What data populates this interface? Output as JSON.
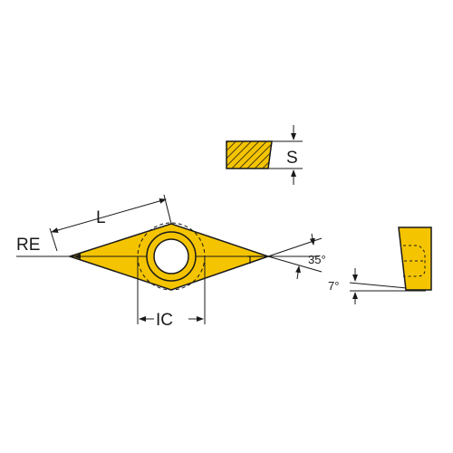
{
  "labels": {
    "length": "L",
    "corner_radius": "RE",
    "inscribed_circle": "IC",
    "thickness": "S",
    "point_angle": "35°",
    "clearance_angle": "7°"
  },
  "colors": {
    "insert_fill": "#f5c400",
    "insert_outline": "#1a1a1a",
    "line": "#1a1a1a"
  }
}
